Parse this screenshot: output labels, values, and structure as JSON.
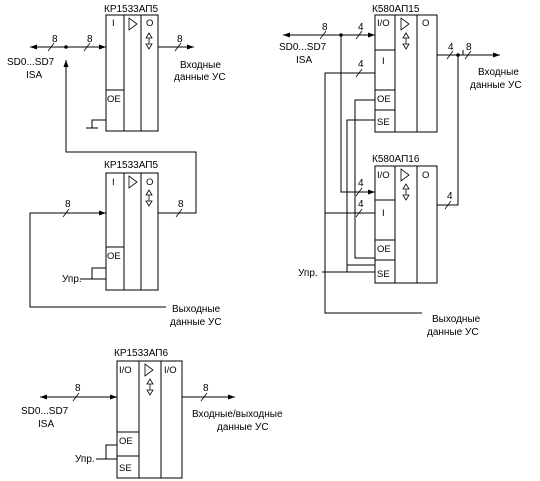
{
  "diagram_a": {
    "chip_top": "КР1533АП5",
    "chip_bottom": "КР1533АП5",
    "bus_label": "SD0...SD7",
    "bus_sub": "ISA",
    "output_label_line1": "Входные",
    "output_label_line2": "данные УС",
    "input_label_line1": "Выходные",
    "input_label_line2": "данные УС",
    "control_label": "Упр.",
    "pin_i": "I",
    "pin_o": "O",
    "pin_oe": "OE",
    "width_8": "8"
  },
  "diagram_b": {
    "chip_top": "К580АП15",
    "chip_bottom": "К580АП16",
    "bus_label": "SD0...SD7",
    "bus_sub": "ISA",
    "output_label_line1": "Входные",
    "output_label_line2": "данные УС",
    "input_label_line1": "Выходные",
    "input_label_line2": "данные УС",
    "control_label": "Упр.",
    "pin_io": "I/O",
    "pin_i": "I",
    "pin_o": "O",
    "pin_oe": "OE",
    "pin_se": "SE",
    "width_8": "8",
    "width_4": "4"
  },
  "diagram_c": {
    "chip": "КР1533АП6",
    "bus_label": "SD0...SD7",
    "bus_sub": "ISA",
    "io_label_line1": "Входные/выходные",
    "io_label_line2": "данные УС",
    "control_label": "Упр.",
    "pin_io": "I/O",
    "pin_oe": "OE",
    "pin_se": "SE",
    "width_8": "8"
  }
}
